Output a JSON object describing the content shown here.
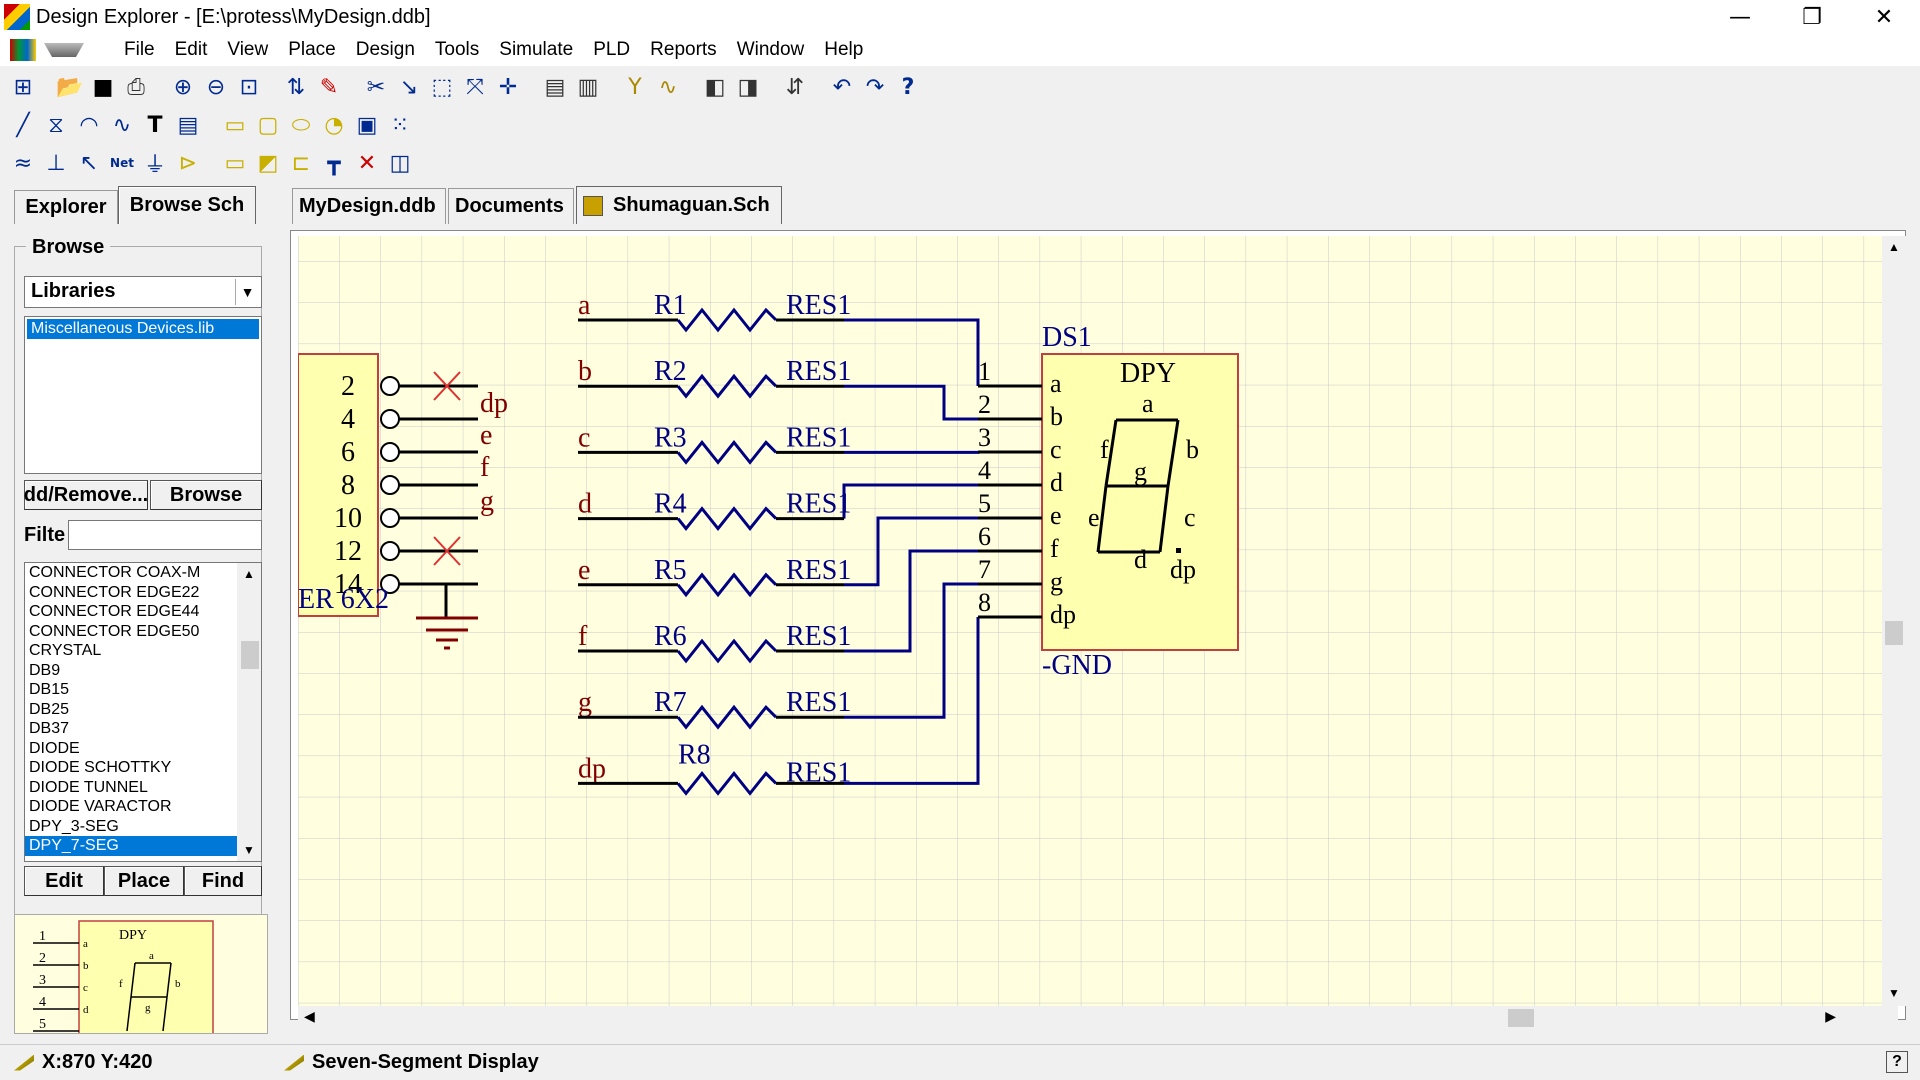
{
  "window": {
    "title": "Design Explorer - [E:\\protess\\MyDesign.ddb]"
  },
  "menu": [
    "File",
    "Edit",
    "View",
    "Place",
    "Design",
    "Tools",
    "Simulate",
    "PLD",
    "Reports",
    "Window",
    "Help"
  ],
  "left": {
    "tabs": [
      "Explorer",
      "Browse Sch"
    ],
    "group_label": "Browse",
    "combo_value": "Libraries",
    "libraries": [
      "Miscellaneous Devices.lib"
    ],
    "btn_addremove": "dd/Remove...",
    "btn_browse": "Browse",
    "filter_label": "Filte",
    "components": [
      "CONNECTOR COAX-M",
      "CONNECTOR EDGE22",
      "CONNECTOR EDGE44",
      "CONNECTOR EDGE50",
      "CRYSTAL",
      "DB9",
      "DB15",
      "DB25",
      "DB37",
      "DIODE",
      "DIODE SCHOTTKY",
      "DIODE TUNNEL",
      "DIODE VARACTOR",
      "DPY_3-SEG",
      "DPY_7-SEG"
    ],
    "selected_component": "DPY_7-SEG",
    "btn_edit": "Edit",
    "btn_place": "Place",
    "btn_find": "Find",
    "preview": {
      "name": "DPY",
      "pins": [
        "1",
        "2",
        "3",
        "4",
        "5"
      ],
      "pin_names": [
        "a",
        "b",
        "c",
        "d"
      ],
      "segments": [
        "a",
        "b",
        "f",
        "g"
      ]
    }
  },
  "doc_tabs": [
    "MyDesign.ddb",
    "Documents",
    "Shumaguan.Sch"
  ],
  "schematic": {
    "header": {
      "ref": "ER 6X2",
      "pins": [
        "2",
        "4",
        "6",
        "8",
        "10",
        "12",
        "14"
      ],
      "nets": [
        "dp",
        "e",
        "f",
        "g"
      ]
    },
    "resistors": [
      {
        "net": "a",
        "ref": "R1",
        "value": "RES1"
      },
      {
        "net": "b",
        "ref": "R2",
        "value": "RES1"
      },
      {
        "net": "c",
        "ref": "R3",
        "value": "RES1"
      },
      {
        "net": "d",
        "ref": "R4",
        "value": "RES1"
      },
      {
        "net": "e",
        "ref": "R5",
        "value": "RES1"
      },
      {
        "net": "f",
        "ref": "R6",
        "value": "RES1"
      },
      {
        "net": "g",
        "ref": "R7",
        "value": "RES1"
      },
      {
        "net": "dp",
        "ref": "R8",
        "value": "RES1"
      }
    ],
    "display": {
      "ref": "DS1",
      "name": "DPY",
      "pins": [
        "1",
        "2",
        "3",
        "4",
        "5",
        "6",
        "7",
        "8"
      ],
      "pin_names": [
        "a",
        "b",
        "c",
        "d",
        "e",
        "f",
        "g",
        "dp"
      ],
      "segments": [
        "a",
        "b",
        "c",
        "d",
        "e",
        "f",
        "g",
        "dp"
      ],
      "power": "-GND"
    }
  },
  "status": {
    "coords": "X:870 Y:420",
    "component": "Seven-Segment Display"
  },
  "colors": {
    "wire": "#000080",
    "net_label": "#800000",
    "sheet_bg": "#ffffe0",
    "grid": "#d0d0d0",
    "comp_fill": "#ffffb0",
    "comp_border": "#c04040",
    "no_connect": "#e03030"
  }
}
